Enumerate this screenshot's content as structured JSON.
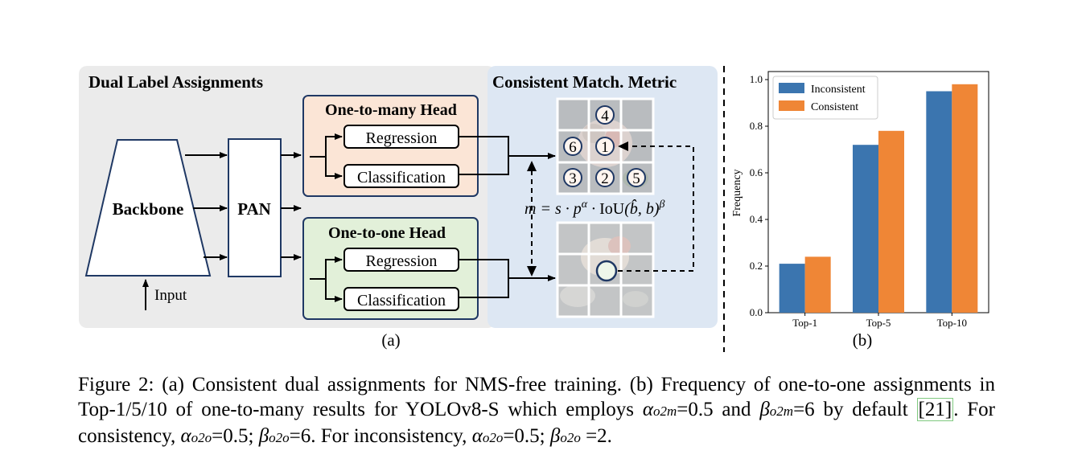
{
  "panel_a": {
    "section_title": "Dual Label Assignments",
    "metric_title": "Consistent Match. Metric",
    "backbone": "Backbone",
    "pan": "PAN",
    "input": "Input",
    "o2m_head": "One-to-many Head",
    "o2o_head": "One-to-one Head",
    "regression": "Regression",
    "classification": "Classification",
    "grid_numbers": [
      "4",
      "6",
      "1",
      "3",
      "2",
      "5"
    ],
    "formula": "m = s · p^α · IoU(b̂, b)^β",
    "label": "(a)",
    "colors": {
      "left_bg": "#ebebeb",
      "right_bg": "#dde7f3",
      "o2m_bg": "#fbe5d6",
      "o2o_bg": "#e2f0d9"
    }
  },
  "panel_b": {
    "label": "(b)",
    "chart_data": {
      "type": "bar",
      "categories": [
        "Top-1",
        "Top-5",
        "Top-10"
      ],
      "series": [
        {
          "name": "Inconsistent",
          "values": [
            0.21,
            0.72,
            0.95
          ],
          "color": "#3b75af"
        },
        {
          "name": "Consistent",
          "values": [
            0.24,
            0.78,
            0.98
          ],
          "color": "#ef8636"
        }
      ],
      "ylabel": "Frequency",
      "ylim": [
        0,
        1.0
      ],
      "yticks": [
        "0.0",
        "0.2",
        "0.4",
        "0.6",
        "0.8",
        "1.0"
      ],
      "legend": "top-left",
      "grid": false
    }
  },
  "caption": {
    "p1": "Figure 2: (a) Consistent dual assignments for NMS-free training. (b) Frequency of one-to-one assignments in Top-1/5/10 of one-to-many results for YOLOv8-S which employs ",
    "p2": "=0.5 and ",
    "p3": "=6 by default ",
    "ref": "[21]",
    "p4": ". For consistency, ",
    "p5": "=0.5; ",
    "p6": "=6. For inconsistency, ",
    "p7": "=0.5; ",
    "p8": " =2.",
    "alpha": "α",
    "beta": "β",
    "o2m": "o2m",
    "o2o": "o2o"
  }
}
